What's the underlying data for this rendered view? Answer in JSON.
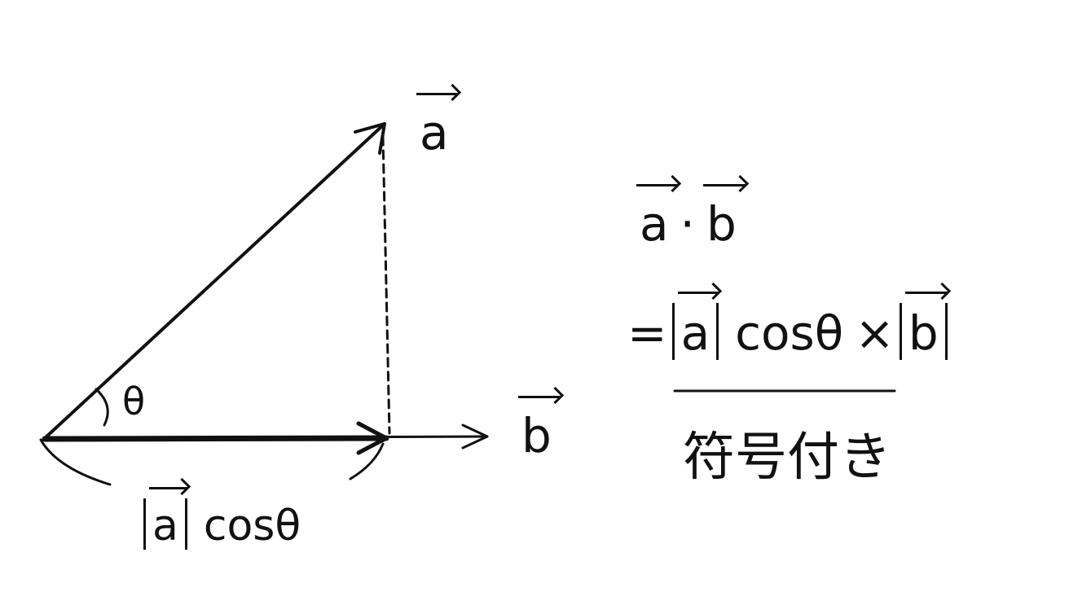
{
  "diagram": {
    "vector_a_label": "a",
    "vector_b_label": "b",
    "angle_label": "θ",
    "projection_label": {
      "a": "a",
      "cos": "cosθ"
    }
  },
  "formula": {
    "line1": {
      "a": "a",
      "dot": "·",
      "b": "b"
    },
    "line2": {
      "eq": "=",
      "a": "a",
      "cos": "cosθ",
      "times": "×",
      "b": "b"
    },
    "annotation": "符号付き"
  }
}
